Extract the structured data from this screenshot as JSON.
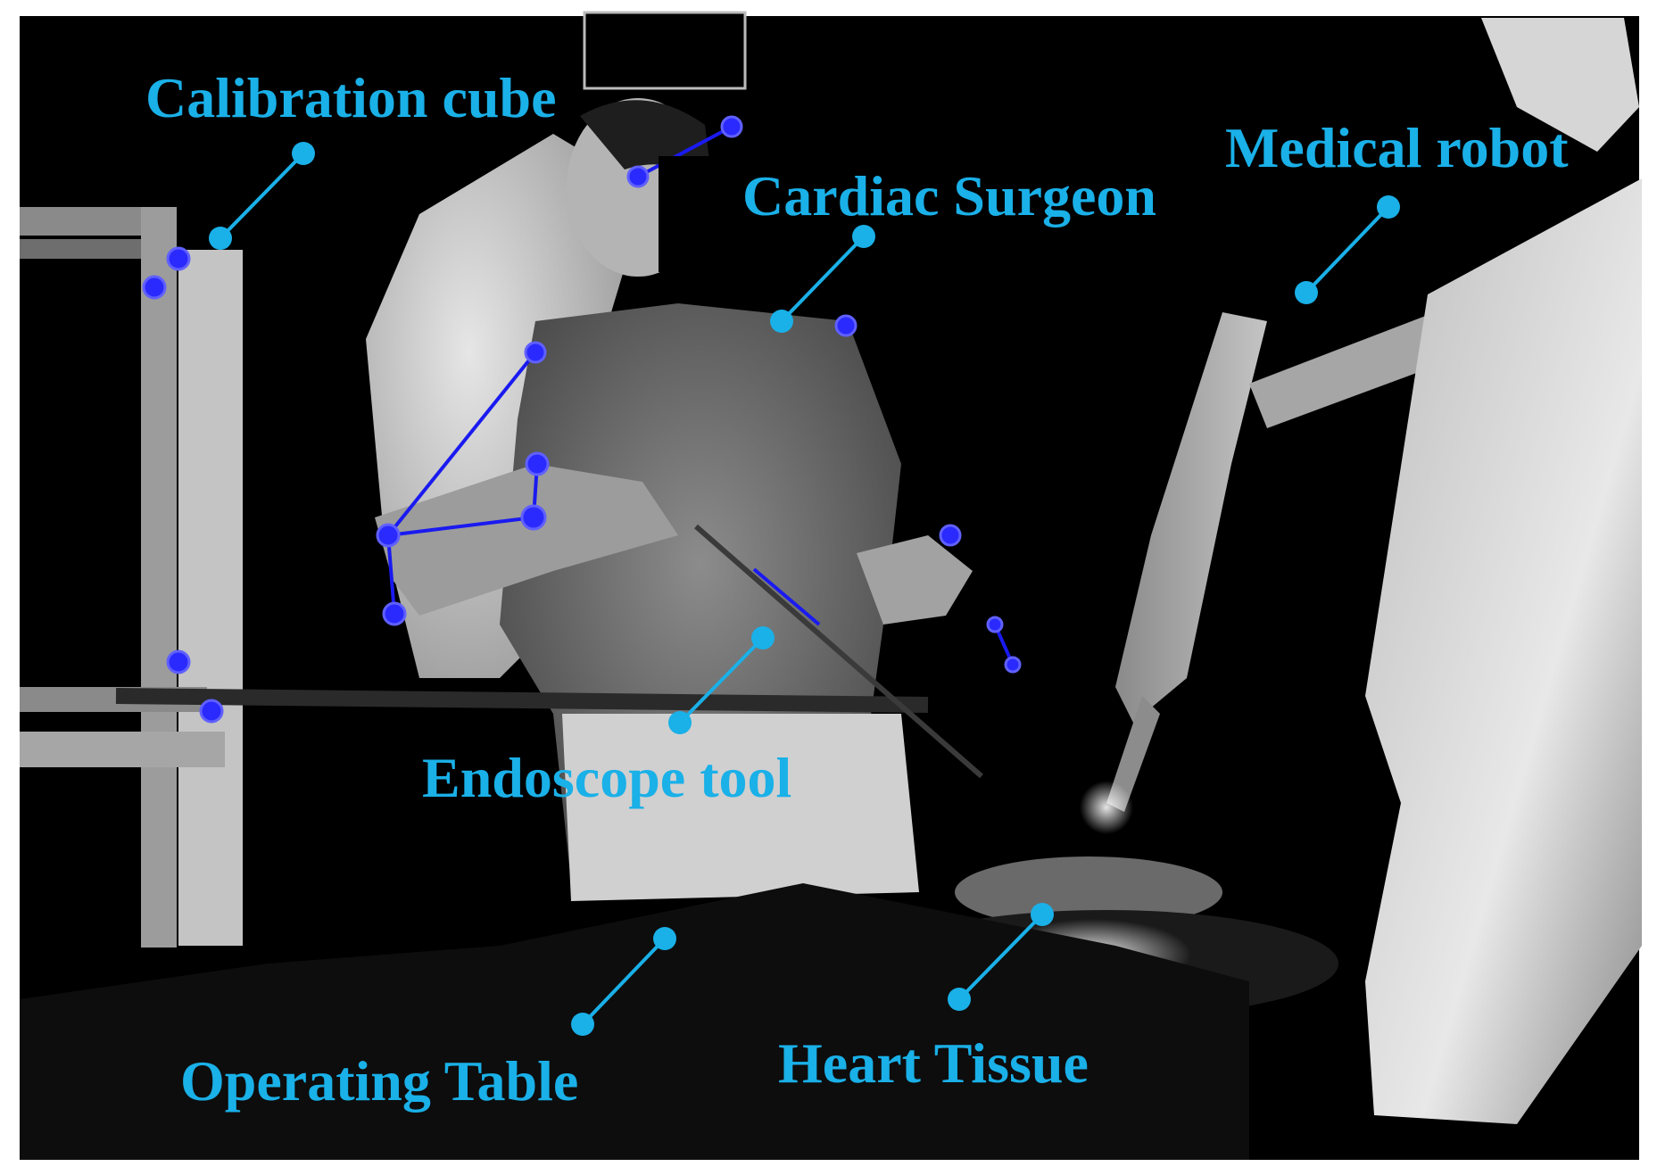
{
  "colors": {
    "annotation": "#1ab0e8",
    "marker": "#2a2aff",
    "skeleton": "#1a1af0",
    "background": "#000000",
    "frame": "#ffffff"
  },
  "annotations": {
    "calibration_cube": "Calibration cube",
    "cardiac_surgeon": "Cardiac Surgeon",
    "medical_robot": "Medical robot",
    "endoscope_tool": "Endoscope tool",
    "operating_table": "Operating Table",
    "heart_tissue": "Heart Tissue"
  }
}
